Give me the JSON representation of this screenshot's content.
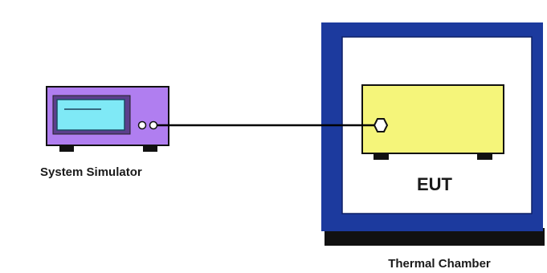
{
  "labels": {
    "system_simulator": "System Simulator",
    "eut": "EUT",
    "thermal_chamber": "Thermal Chamber"
  },
  "colors": {
    "simulator_body": "#b07ef0",
    "simulator_screen": "#7fe9f6",
    "eut_body": "#f5f57a",
    "chamber_frame": "#1c3a9e",
    "chamber_base": "#111111",
    "cable": "#000000"
  }
}
